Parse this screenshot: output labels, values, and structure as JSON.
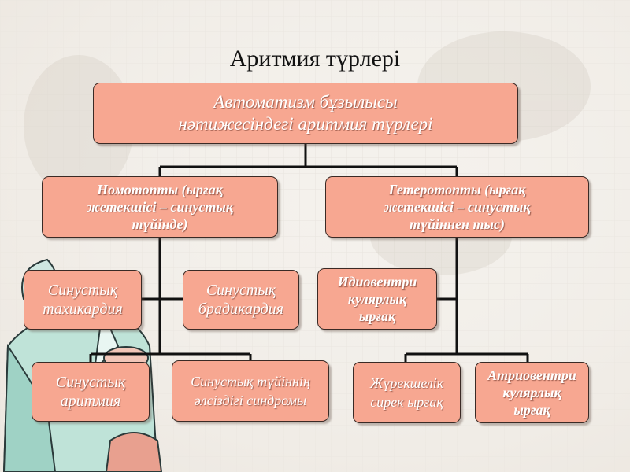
{
  "slide": {
    "title": "Аритмия түрлері"
  },
  "diagram": {
    "root": "Автоматизм бұзылысы\nнәтижесіндегі аритмия түрлері",
    "left_branch": "Номотопты (ырғақ\nжетекшісі – синустық\nтүйінде)",
    "right_branch": "Гетеротопты (ырғақ\nжетекшісі – синустық\nтүйіннен тыс)",
    "sinus_tachycardia": "Синустық\nтахикардия",
    "sinus_bradycardia": "Синустық\nбрадикардия",
    "idioventricular": "Идиовентри\nкулярлық\nырғақ",
    "sinus_arrhythmia": "Синустық\nаритмия",
    "sick_sinus": "Синустық түйіннің\nәлсіздігі синдромы",
    "ventricular_rare": "Жүрекшелік\nсирек ырғақ",
    "atrioventricular": "Атриовентри\nкулярлық\nырғақ"
  },
  "colors": {
    "box_fill": "#f7a791",
    "box_border": "#3a2a25",
    "connector": "#111111",
    "text": "#ffffff"
  }
}
